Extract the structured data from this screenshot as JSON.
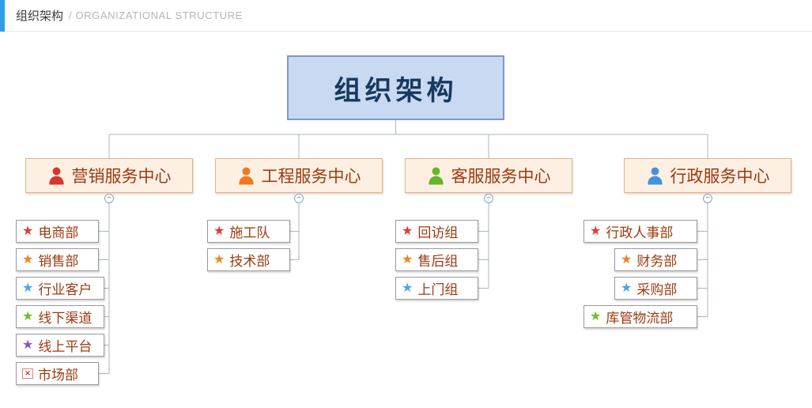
{
  "header": {
    "title": "组织架构",
    "subtitle": "/ ORGANIZATIONAL STRUCTURE"
  },
  "colors": {
    "accent": "#2d9fe8",
    "line": "#aab6c2",
    "root_bg": "#c8d9f1",
    "root_border": "#7e99c6",
    "branch_bg": "#fdf0e3",
    "branch_border": "#e2b288",
    "label_text": "#9c3a10"
  },
  "icons": {
    "star": "★",
    "minus": "−",
    "cross": "✕"
  },
  "root": {
    "label": "组织架构"
  },
  "branches": [
    {
      "label": "营销服务中心",
      "icon": "person-icon",
      "icon_color": "#d6372e",
      "children": [
        {
          "label": "电商部",
          "icon": "star-icon",
          "icon_color": "#e23b2e"
        },
        {
          "label": "销售部",
          "icon": "star-icon",
          "icon_color": "#f08223"
        },
        {
          "label": "行业客户",
          "icon": "star-icon",
          "icon_color": "#4ba4e8"
        },
        {
          "label": "线下渠道",
          "icon": "star-icon",
          "icon_color": "#6cc02e"
        },
        {
          "label": "线上平台",
          "icon": "star-icon",
          "icon_color": "#8a52cc"
        },
        {
          "label": "市场部",
          "icon": "broken-image-icon",
          "icon_color": "#e23b2e"
        }
      ]
    },
    {
      "label": "工程服务中心",
      "icon": "person-icon",
      "icon_color": "#ee7a1f",
      "children": [
        {
          "label": "施工队",
          "icon": "star-icon",
          "icon_color": "#e23b2e"
        },
        {
          "label": "技术部",
          "icon": "star-icon",
          "icon_color": "#f08223"
        }
      ]
    },
    {
      "label": "客服服务中心",
      "icon": "person-icon",
      "icon_color": "#67b52a",
      "children": [
        {
          "label": "回访组",
          "icon": "star-icon",
          "icon_color": "#e23b2e"
        },
        {
          "label": "售后组",
          "icon": "star-icon",
          "icon_color": "#f08223"
        },
        {
          "label": "上门组",
          "icon": "star-icon",
          "icon_color": "#4ba4e8"
        }
      ]
    },
    {
      "label": "行政服务中心",
      "icon": "person-icon",
      "icon_color": "#4593d8",
      "children": [
        {
          "label": "行政人事部",
          "icon": "star-icon",
          "icon_color": "#e23b2e"
        },
        {
          "label": "财务部",
          "icon": "star-icon",
          "icon_color": "#f08223"
        },
        {
          "label": "采购部",
          "icon": "star-icon",
          "icon_color": "#4ba4e8"
        },
        {
          "label": "库管物流部",
          "icon": "star-icon",
          "icon_color": "#6cc02e"
        }
      ]
    }
  ]
}
